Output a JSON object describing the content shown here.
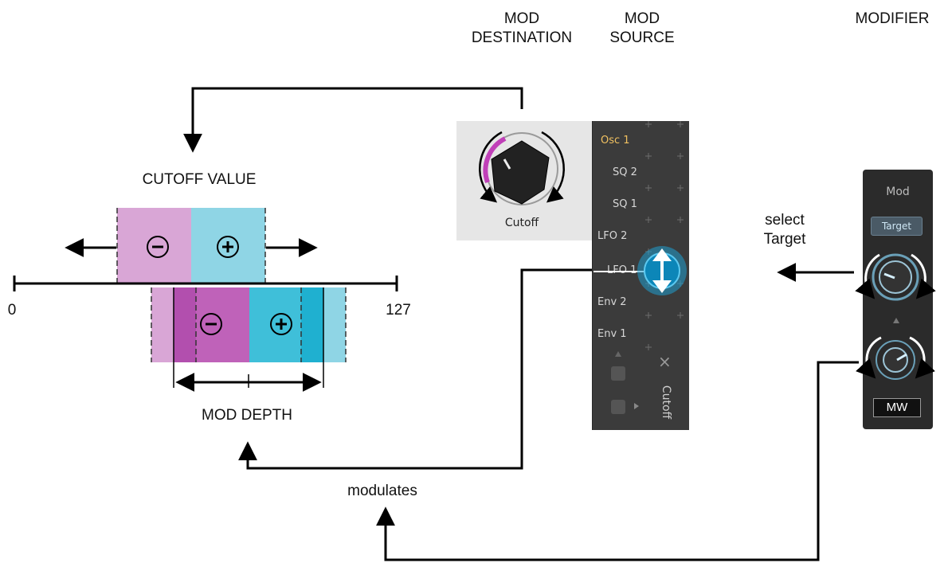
{
  "headers": {
    "mod_destination": [
      "MOD",
      "DESTINATION"
    ],
    "mod_source": [
      "MOD",
      "SOURCE"
    ],
    "modifier": "MODIFIER"
  },
  "cutoff_diagram": {
    "title": "CUTOFF VALUE",
    "axis_min": "0",
    "axis_max": "127",
    "mod_depth_label": "MOD DEPTH",
    "minus_symbol": "−",
    "plus_symbol": "+"
  },
  "destination_knob": {
    "label": "Cutoff"
  },
  "mod_sources": [
    "Osc 1",
    "SQ 2",
    "SQ 1",
    "LFO 2",
    "LFO 1",
    "Env 2",
    "Env 1"
  ],
  "mod_source_footer": {
    "target_label": "Cutoff",
    "close_icon": "×"
  },
  "modifier_panel": {
    "title": "Mod",
    "target_button": "Target",
    "source_value": "MW"
  },
  "annotations": {
    "select_target": [
      "select",
      "Target"
    ],
    "modulates": "modulates"
  },
  "colors": {
    "minus_light": "#d9a6d6",
    "minus_dark": "#bf62b9",
    "minus_deep": "#b24fae",
    "plus_light": "#8fd5e5",
    "plus_dark": "#3fbfd9",
    "plus_deep": "#1fb0d0",
    "source_highlight": "#1f9fd0",
    "active_source_text": "#f0c060"
  }
}
